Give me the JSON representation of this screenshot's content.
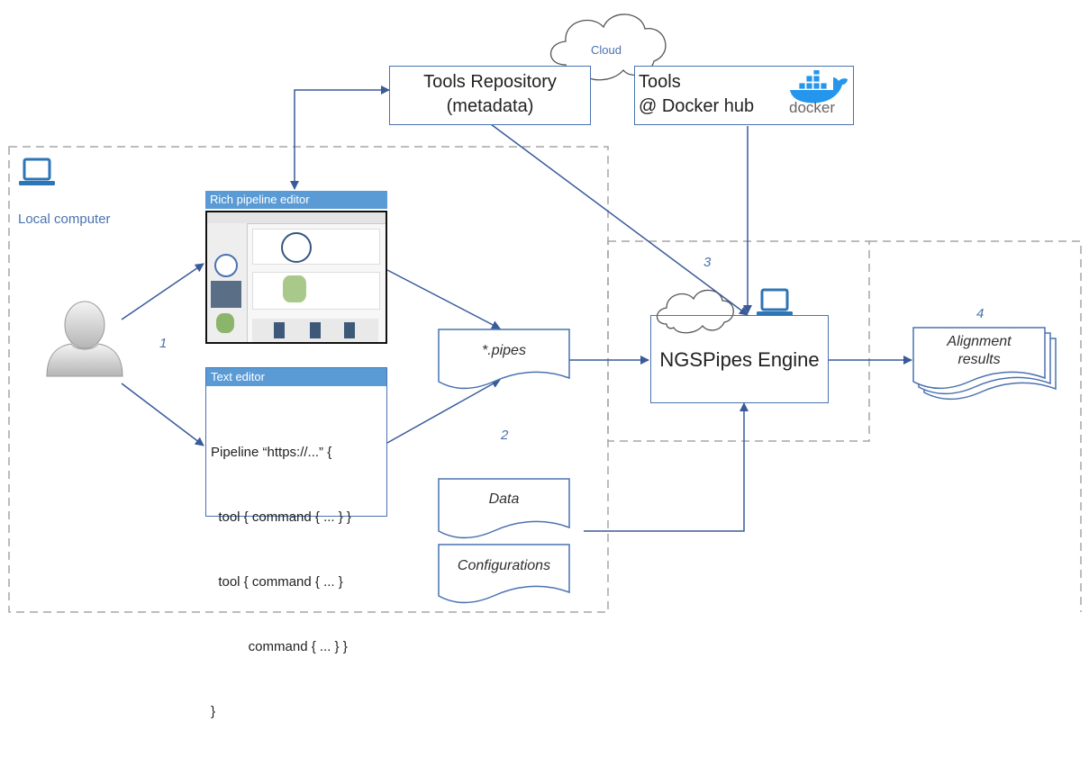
{
  "labels": {
    "cloud": "Cloud",
    "tools_repository_line1": "Tools Repository",
    "tools_repository_line2": "(metadata)",
    "tools_line1": "Tools",
    "tools_line2": "@ Docker hub",
    "docker_logo_text": "docker",
    "local_computer": "Local computer",
    "rich_editor_title": "Rich pipeline editor",
    "text_editor_title": "Text editor",
    "text_editor_lines": [
      "Pipeline “https://...” {",
      "  tool { command { ... } }",
      "  tool { command { ... }",
      "          command { ... } }",
      "}"
    ],
    "pipes": "*.pipes",
    "engine": "NGSPipes Engine",
    "results_line1": "Alignment",
    "results_line2": "results",
    "data": "Data",
    "configurations": "Configurations"
  },
  "step_numbers": {
    "one": "1",
    "two": "2",
    "three": "3",
    "four": "4"
  },
  "colors": {
    "accent": "#4a72b0",
    "arrow": "#3a5a9a",
    "title_bar": "#5b9bd5",
    "dashed": "#a6a6a6"
  }
}
